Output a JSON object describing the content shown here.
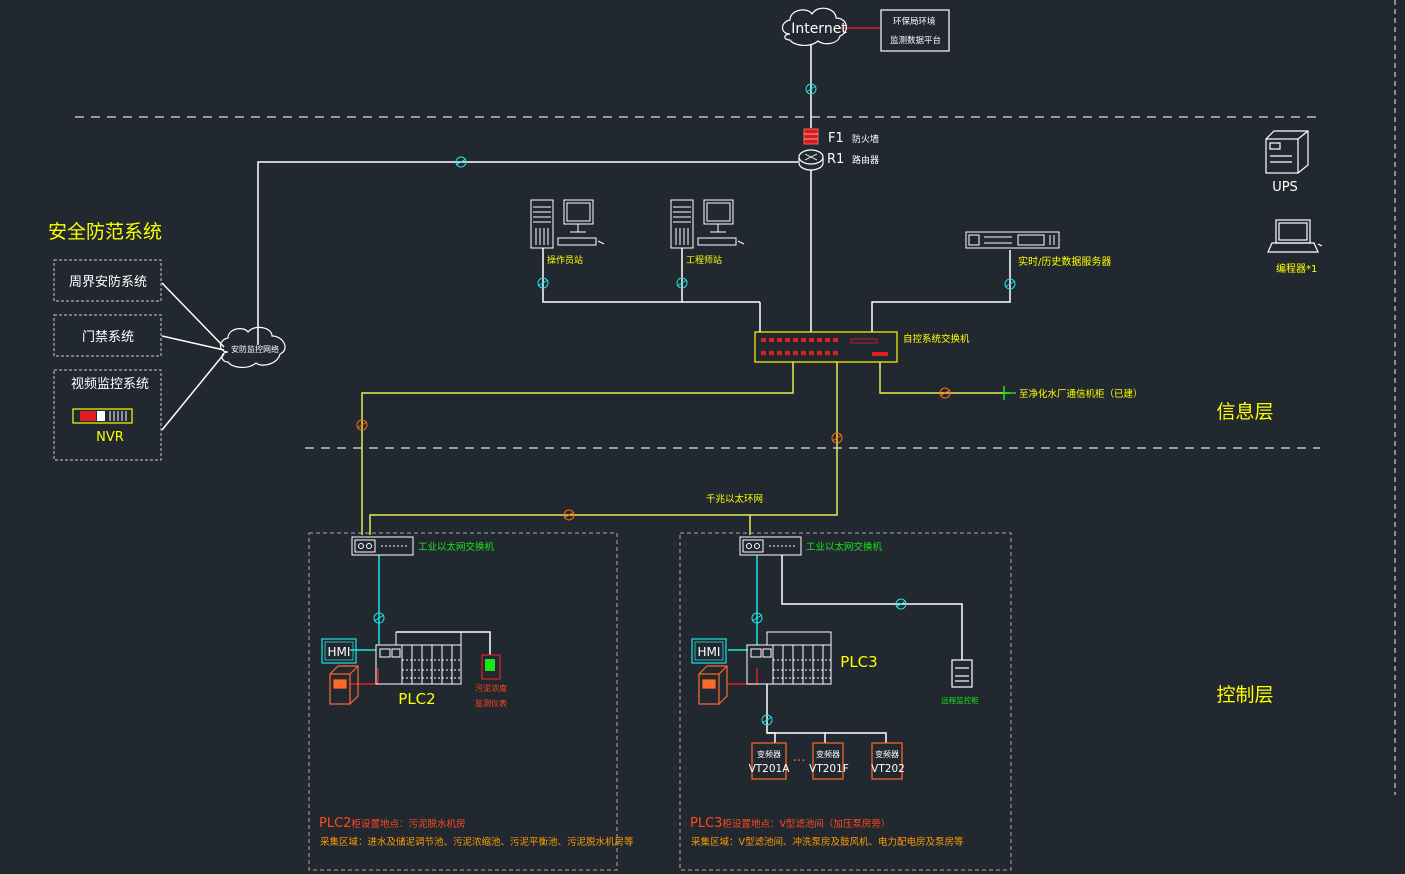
{
  "internet": {
    "label": "Internet"
  },
  "platform": {
    "line1": "环保局环境",
    "line2": "监测数据平台"
  },
  "firewall": {
    "id": "F1",
    "label": "防火墙"
  },
  "router": {
    "id": "R1",
    "label": "路由器"
  },
  "ups": {
    "label": "UPS"
  },
  "laptop": {
    "label": "编程器*1"
  },
  "security": {
    "title": "安全防范系统",
    "perimeter": "周界安防系统",
    "access": "门禁系统",
    "video": "视频监控系统",
    "nvr": "NVR",
    "cloud": "安防监控网络"
  },
  "ops_station": {
    "label": "操作员站"
  },
  "eng_station": {
    "label": "工程师站"
  },
  "server": {
    "label": "实时/历史数据服务器"
  },
  "core_switch": {
    "label": "自控系统交换机"
  },
  "plant_comm": {
    "label": "至净化水厂通信机柜（已建）"
  },
  "layers": {
    "info": "信息层",
    "control": "控制层"
  },
  "ring": {
    "label": "千兆以太环网"
  },
  "plc2": {
    "switch_label": "工业以太网交换机",
    "hmi": "HMI",
    "name": "PLC2",
    "analyzer_line1": "污泥浓度",
    "analyzer_line2": "监测仪表",
    "caption_id": "PLC2",
    "caption_title": "柜设置地点：污泥脱水机房",
    "caption_range": "采集区域：进水及储泥调节池、污泥浓缩池、污泥平衡池、污泥脱水机房等"
  },
  "plc3": {
    "switch_label": "工业以太网交换机",
    "hmi": "HMI",
    "name": "PLC3",
    "remote_label": "远程监控柜",
    "caption_id": "PLC3",
    "caption_title": "柜设置地点：V型滤池间（加压泵房旁）",
    "caption_range": "采集区域：V型滤池间、冲洗泵房及鼓风机、电力配电房及泵房等",
    "vfd": [
      {
        "label": "变频器",
        "tag": "VT201A"
      },
      {
        "label": "变频器",
        "tag": "VT201F"
      },
      {
        "label": "变频器",
        "tag": "VT202"
      }
    ],
    "ellipsis": "..."
  },
  "colors": {
    "background": "#212830",
    "line_white": "#ffffff",
    "line_cyan": "#1ee3e3",
    "line_yellow": "#e8e85a",
    "text_yellow": "#ffff00",
    "text_green": "#19e619",
    "text_red": "#e04a1c",
    "text_orange": "#ff9a00"
  }
}
